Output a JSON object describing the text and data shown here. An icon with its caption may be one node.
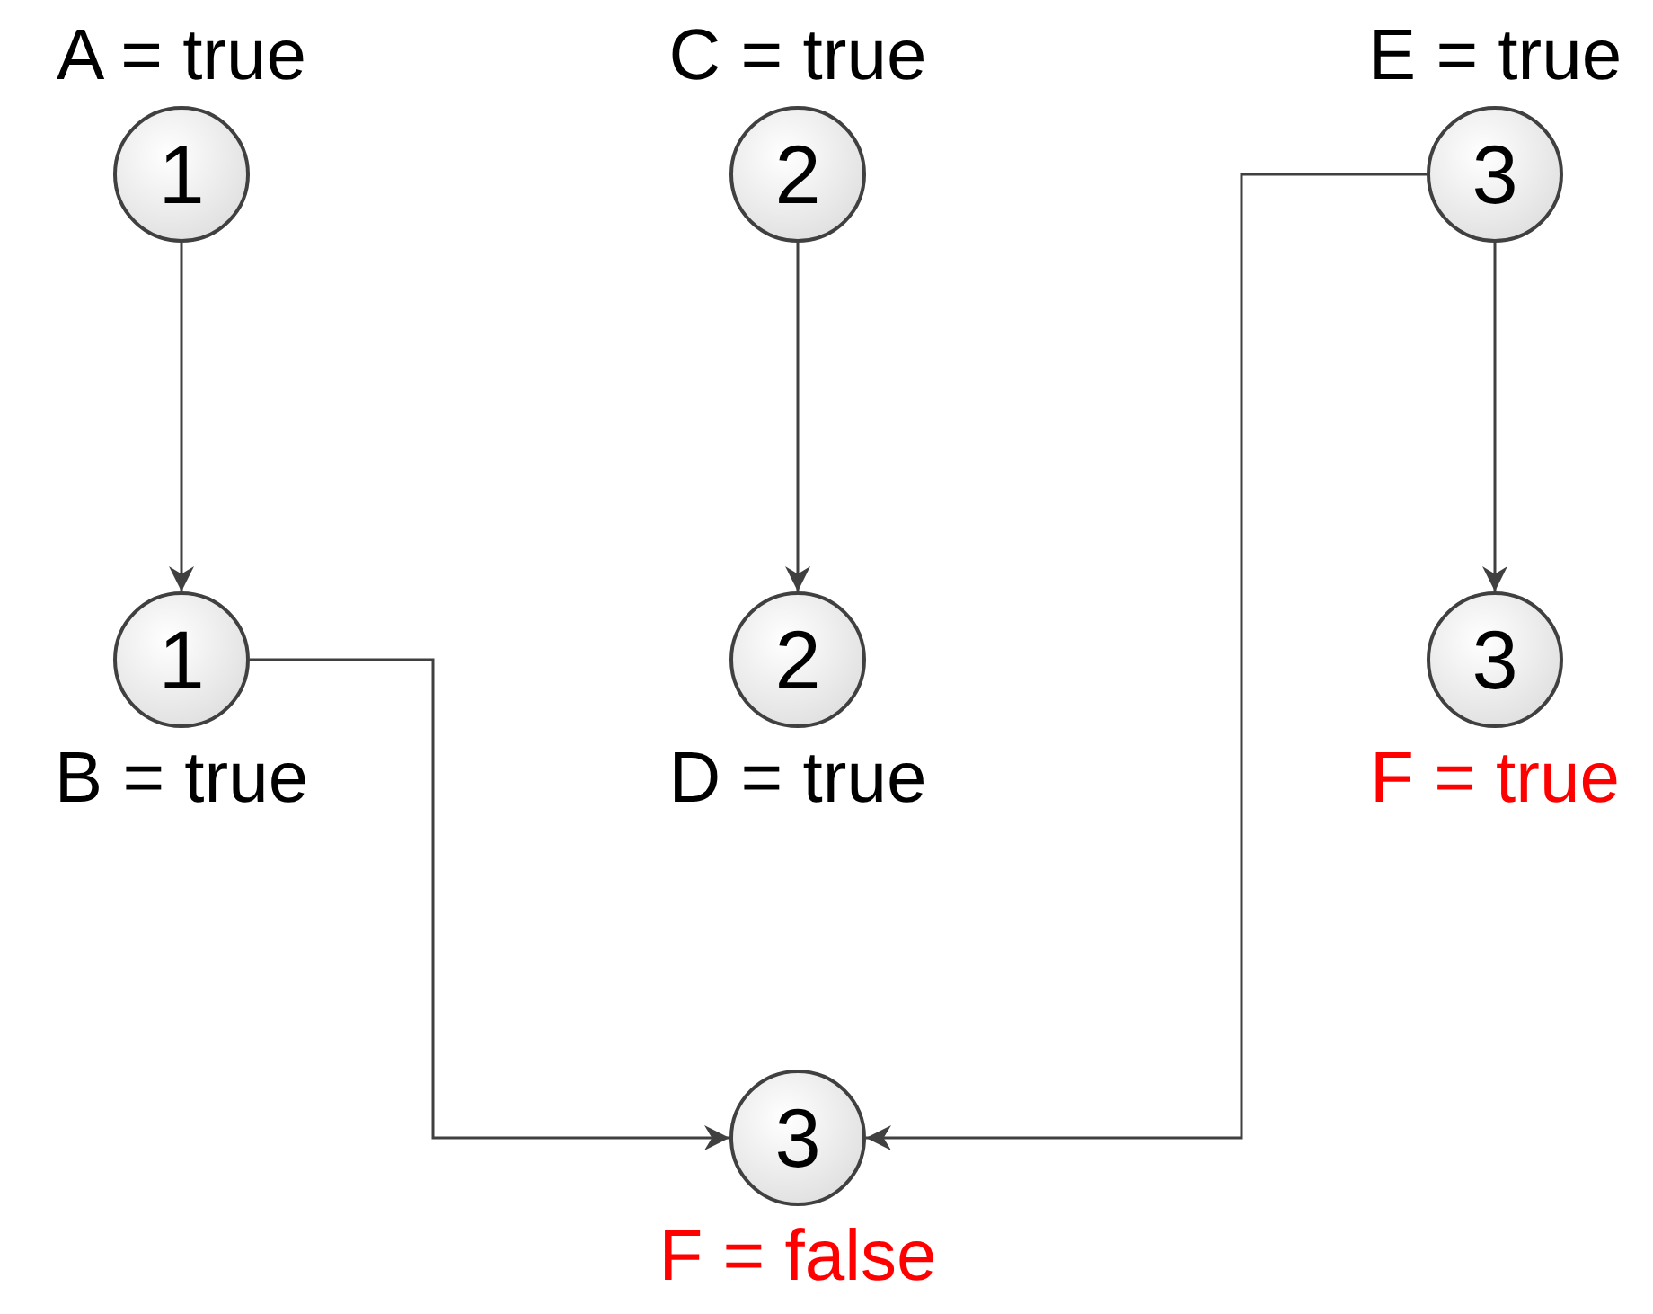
{
  "diagram": {
    "nodes": [
      {
        "text": [
          "1"
        ],
        "beside": [
          "A = true"
        ]
      },
      {
        "text": [
          "2"
        ],
        "beside": [
          "C = true"
        ]
      },
      {
        "text": [
          "3"
        ],
        "beside": [
          "E = true"
        ]
      },
      {
        "text": [
          "1"
        ],
        "beside": [
          "B = true"
        ]
      },
      {
        "text": [
          "2"
        ],
        "beside": [
          "D = true"
        ]
      },
      {
        "text": [
          "3"
        ],
        "beside": [
          "F = true"
        ]
      },
      {
        "text": [
          "3"
        ],
        "beside": [
          "F = false"
        ]
      }
    ],
    "edges": [
      {
        "from": 0,
        "to": 3,
        "arrow": "to"
      },
      {
        "from": 1,
        "to": 4,
        "arrow": "to"
      },
      {
        "from": 2,
        "to": 5,
        "arrow": "to"
      },
      {
        "from": 3,
        "to": 6,
        "arrow": "to"
      },
      {
        "from": 2,
        "to": 6,
        "arrow": "to"
      }
    ]
  }
}
